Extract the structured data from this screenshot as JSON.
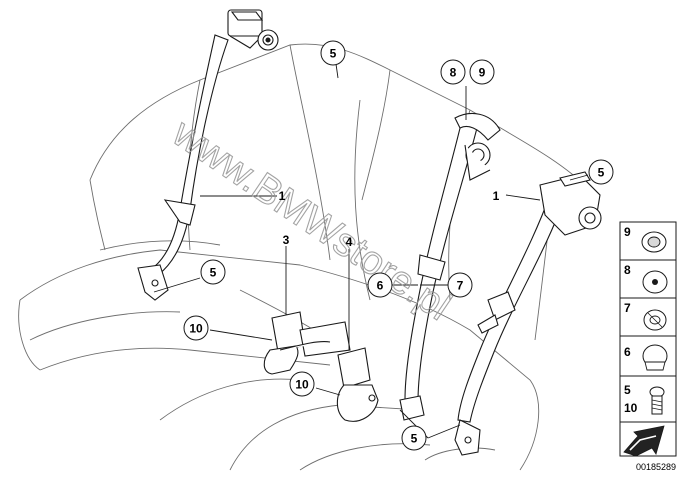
{
  "watermark": "www.BMWstore.pl",
  "catalog_number": "00185289",
  "callouts": [
    {
      "id": "c5a",
      "label": "5"
    },
    {
      "id": "c8",
      "label": "8"
    },
    {
      "id": "c9",
      "label": "9"
    },
    {
      "id": "c5b",
      "label": "5"
    },
    {
      "id": "c5c",
      "label": "5"
    },
    {
      "id": "c6",
      "label": "6"
    },
    {
      "id": "c7",
      "label": "7"
    },
    {
      "id": "c10a",
      "label": "10"
    },
    {
      "id": "c10b",
      "label": "10"
    },
    {
      "id": "c5d",
      "label": "5"
    }
  ],
  "plain_labels": [
    {
      "id": "p1a",
      "label": "1"
    },
    {
      "id": "p1b",
      "label": "1"
    },
    {
      "id": "p3",
      "label": "3"
    },
    {
      "id": "p4",
      "label": "4"
    }
  ],
  "sidebar": {
    "items": [
      {
        "number": "9"
      },
      {
        "number": "8"
      },
      {
        "number": "7"
      },
      {
        "number": "6"
      },
      {
        "number": "5",
        "number2": "10"
      }
    ]
  }
}
